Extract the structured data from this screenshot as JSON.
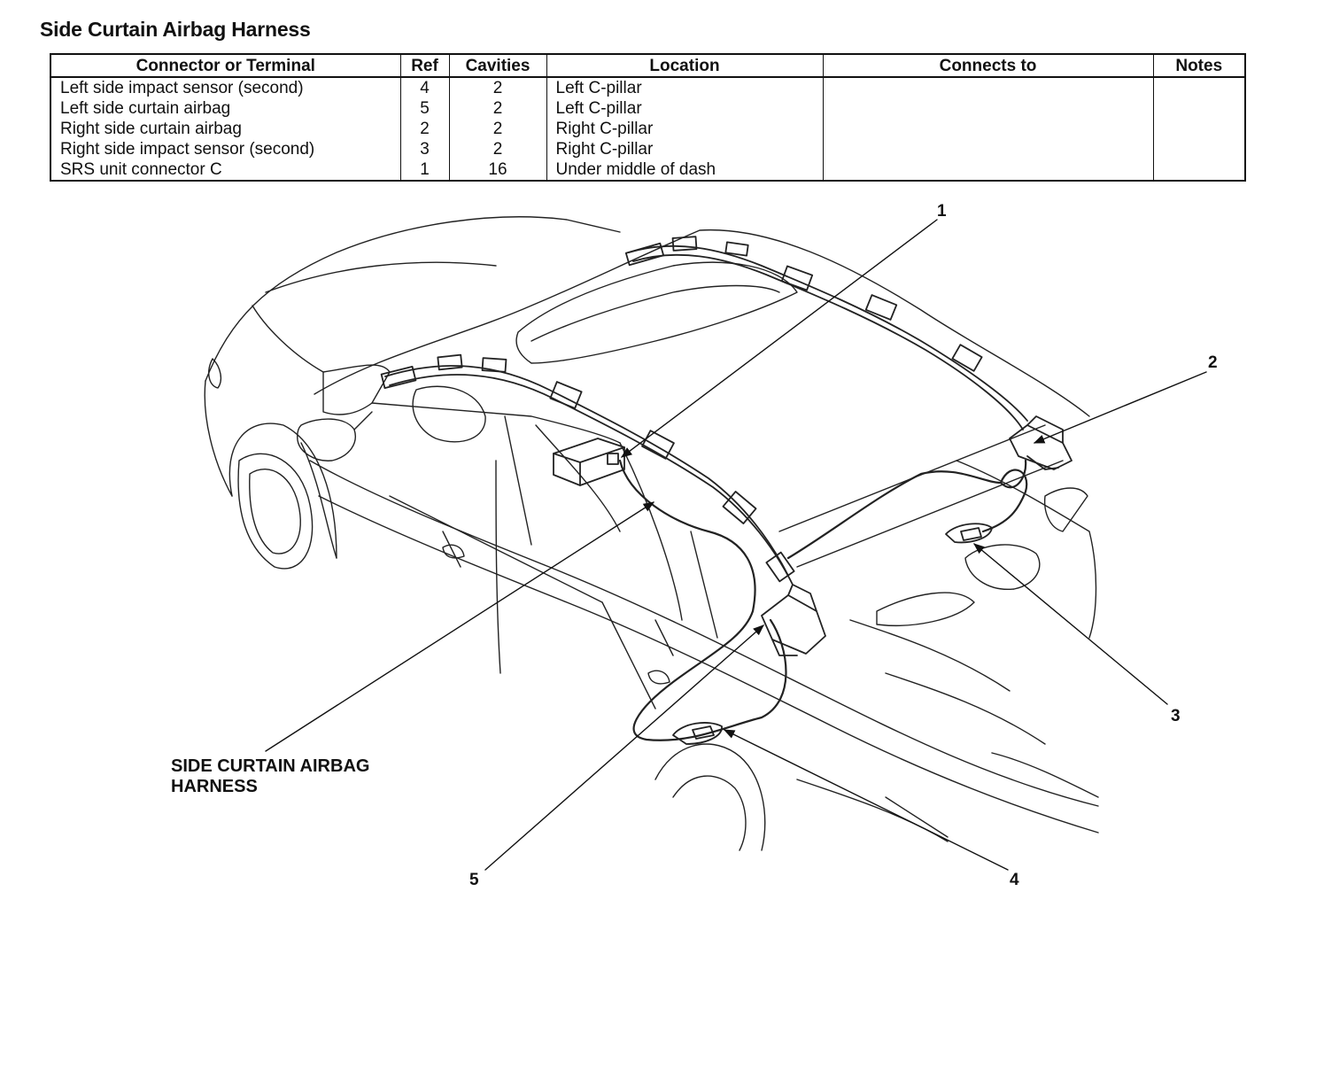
{
  "title": "Side Curtain Airbag Harness",
  "table": {
    "headers": [
      "Connector or Terminal",
      "Ref",
      "Cavities",
      "Location",
      "Connects to",
      "Notes"
    ],
    "rows": [
      {
        "connector": "Left side impact sensor (second)",
        "ref": "4",
        "cavities": "2",
        "location": "Left C-pillar",
        "connects_to": "",
        "notes": ""
      },
      {
        "connector": "Left side curtain airbag",
        "ref": "5",
        "cavities": "2",
        "location": "Left C-pillar",
        "connects_to": "",
        "notes": ""
      },
      {
        "connector": "Right side curtain airbag",
        "ref": "2",
        "cavities": "2",
        "location": "Right C-pillar",
        "connects_to": "",
        "notes": ""
      },
      {
        "connector": "Right side impact sensor (second)",
        "ref": "3",
        "cavities": "2",
        "location": "Right C-pillar",
        "connects_to": "",
        "notes": ""
      },
      {
        "connector": "SRS unit connector C",
        "ref": "1",
        "cavities": "16",
        "location": "Under middle of dash",
        "connects_to": "",
        "notes": ""
      }
    ]
  },
  "diagram": {
    "callouts": [
      "1",
      "2",
      "3",
      "4",
      "5"
    ],
    "harness_label_line1": "SIDE CURTAIN AIRBAG",
    "harness_label_line2": "HARNESS"
  }
}
